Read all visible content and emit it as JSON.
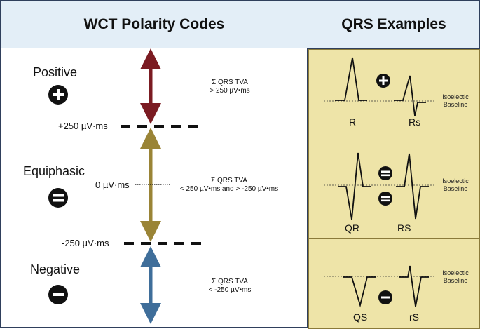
{
  "headers": {
    "left_title": "WCT Polarity Codes",
    "right_title": "QRS Examples"
  },
  "categories": {
    "positive": {
      "label": "Positive",
      "criteria_line1": "Σ QRS TVA",
      "criteria_line2": "> 250 µV•ms"
    },
    "equiphasic": {
      "label": "Equiphasic",
      "criteria_line1": "Σ QRS TVA",
      "criteria_line2": "< 250 µV•ms and > -250 µV•ms"
    },
    "negative": {
      "label": "Negative",
      "criteria_line1": "Σ QRS TVA",
      "criteria_line2": "< -250 µV•ms"
    }
  },
  "thresholds": {
    "upper": "+250 µV·ms",
    "zero": "0 µV·ms",
    "lower": "-250 µV·ms"
  },
  "examples": {
    "positive": [
      "R",
      "Rs"
    ],
    "equiphasic": [
      "QR",
      "RS"
    ],
    "negative": [
      "QS",
      "rS"
    ]
  },
  "baseline_label_line1": "Isoelectic",
  "baseline_label_line2": "Baseline",
  "colors": {
    "positive_arrow": "#7b1b22",
    "equiphasic_arrow": "#9a8436",
    "negative_arrow": "#3f6e9a",
    "panel_fill": "#eee4a8",
    "header_fill": "#e3eef7"
  },
  "icons": {
    "positive": "plus-circle-icon",
    "equiphasic": "equals-circle-icon",
    "negative": "minus-circle-icon"
  }
}
